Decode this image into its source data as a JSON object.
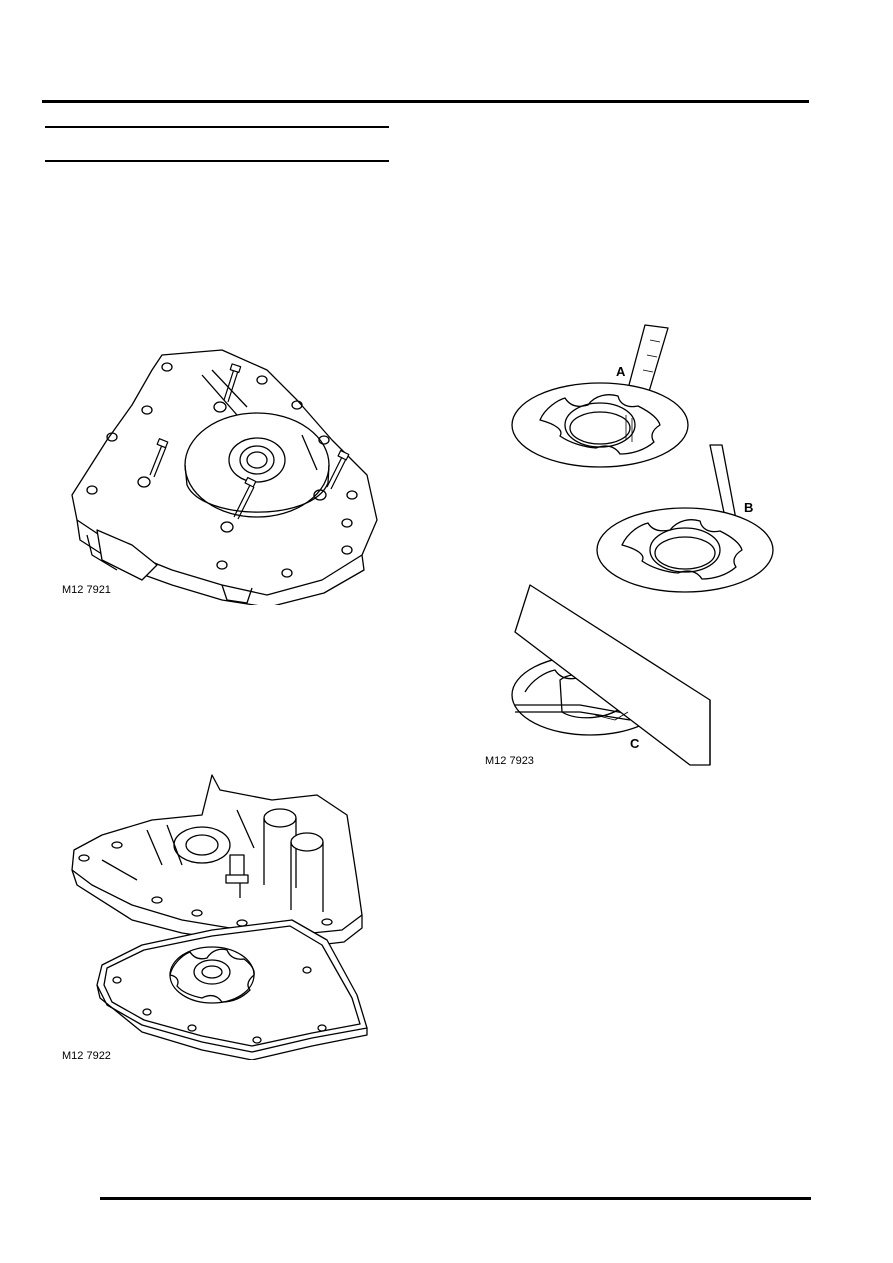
{
  "figures": [
    {
      "id": "fig1",
      "caption": "M12 7921",
      "subject": "oil-pump-cover-with-bolts"
    },
    {
      "id": "fig2",
      "caption": "M12 7922",
      "subject": "oil-pump-body-and-gasket-exploded"
    },
    {
      "id": "fig3",
      "caption": "M12 7923",
      "subject": "rotor-clearance-checks",
      "callouts": [
        "A",
        "B",
        "C"
      ]
    }
  ],
  "colors": {
    "ink": "#000000",
    "paper": "#ffffff",
    "shade": "#9a9a9a"
  }
}
